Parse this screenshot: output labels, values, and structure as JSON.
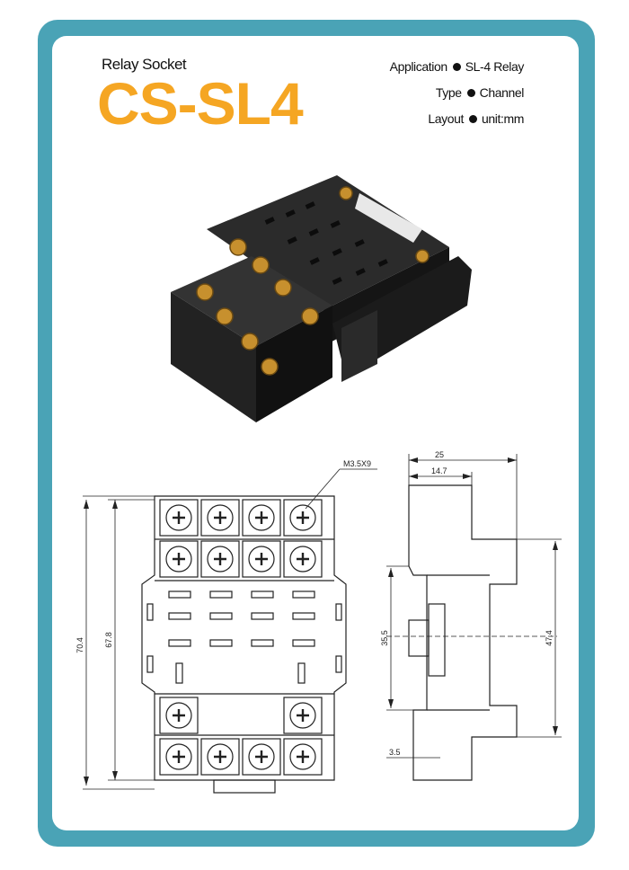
{
  "header": {
    "subtitle": "Relay Socket",
    "title": "CS-SL4"
  },
  "specs": [
    {
      "label": "Application",
      "value": "SL-4 Relay"
    },
    {
      "label": "Type",
      "value": "Channel"
    },
    {
      "label": "Layout",
      "value": "unit:mm"
    }
  ],
  "drawing": {
    "front": {
      "screw_label": "M3.5X9",
      "overall_height": "70.4",
      "inner_height": "67.8"
    },
    "side": {
      "total_depth": "25",
      "partial_depth": "14.7",
      "left_height": "35.5",
      "right_height": "47.4",
      "bottom_offset": "3.5"
    }
  },
  "colors": {
    "frame": "#4aa3b6",
    "title": "#f5a623"
  }
}
